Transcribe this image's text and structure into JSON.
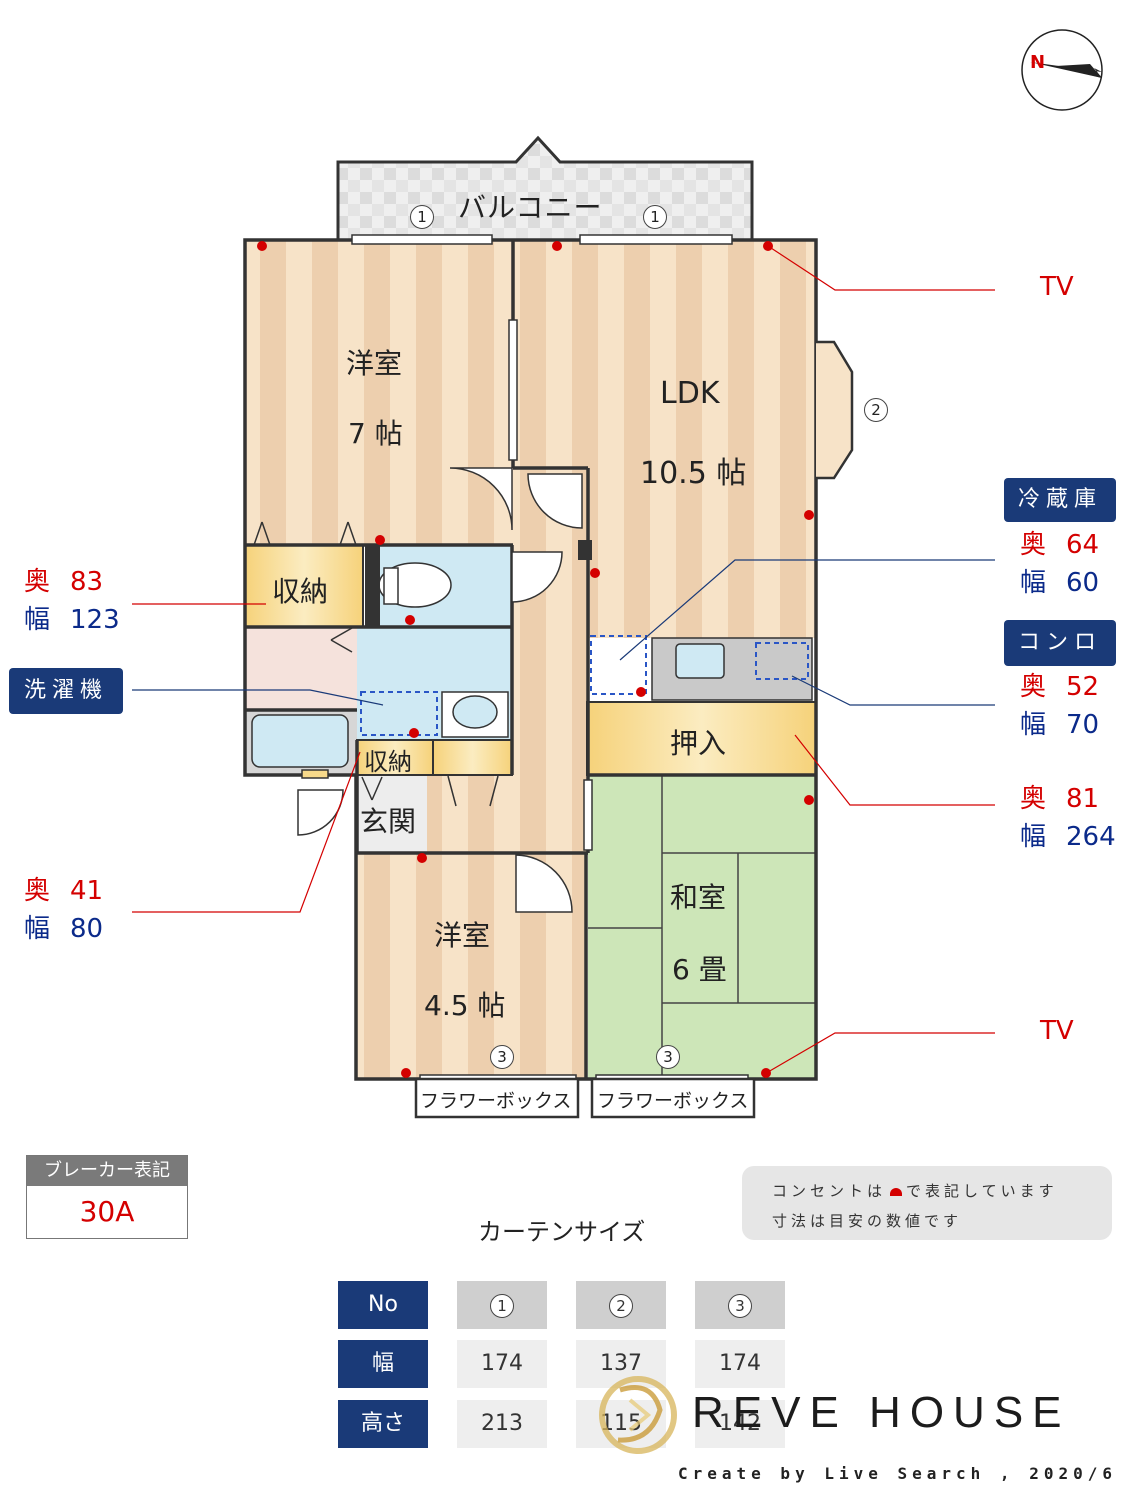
{
  "rooms": {
    "balcony": "バルコニー",
    "western_room_1": {
      "name": "洋室",
      "size": "7 帖"
    },
    "ldk": {
      "name": "LDK",
      "size": "10.5 帖"
    },
    "storage_1": "収納",
    "storage_2": "収納",
    "oshiire": "押入",
    "entrance": "玄関",
    "western_room_2": {
      "name": "洋室",
      "size": "4.5 帖"
    },
    "japanese_room": {
      "name": "和室",
      "size": "6 畳"
    },
    "flower_box_1": "フラワーボックス",
    "flower_box_2": "フラワーボックス"
  },
  "window_markers": {
    "balcony_left": "1",
    "balcony_right": "1",
    "bay": "2",
    "bottom_left": "3",
    "bottom_right": "3"
  },
  "tv_labels": [
    "TV",
    "TV"
  ],
  "tags": {
    "refrigerator": "冷蔵庫",
    "stove": "コンロ",
    "washer": "洗濯機"
  },
  "dimensions": {
    "storage_left": {
      "depth_label": "奥",
      "depth": "83",
      "width_label": "幅",
      "width": "123"
    },
    "entrance_storage": {
      "depth_label": "奥",
      "depth": "41",
      "width_label": "幅",
      "width": "80"
    },
    "refrigerator": {
      "depth_label": "奥",
      "depth": "64",
      "width_label": "幅",
      "width": "60"
    },
    "stove": {
      "depth_label": "奥",
      "depth": "52",
      "width_label": "幅",
      "width": "70"
    },
    "oshiire": {
      "depth_label": "奥",
      "depth": "81",
      "width_label": "幅",
      "width": "264"
    }
  },
  "breaker": {
    "label": "ブレーカー表記",
    "value": "30A"
  },
  "note": {
    "line1_a": "コンセントは",
    "line1_b": "で表記しています",
    "line2": "寸法は目安の数値です"
  },
  "curtain": {
    "title": "カーテンサイズ",
    "row_labels": [
      "No",
      "幅",
      "高さ"
    ],
    "numbers": [
      "1",
      "2",
      "3"
    ],
    "widths": [
      "174",
      "137",
      "174"
    ],
    "heights": [
      "213",
      "115",
      "142"
    ]
  },
  "brand": "REVE HOUSE",
  "credit": "Create by Live Search , 2020/6",
  "colors": {
    "navy": "#1a3a78",
    "red": "#d40000",
    "blue": "#0b2a8a",
    "floor": "#f3dcc0",
    "tatami": "#cde6b8",
    "wet": "#cfe9f3",
    "storage": "#f7d98a"
  }
}
